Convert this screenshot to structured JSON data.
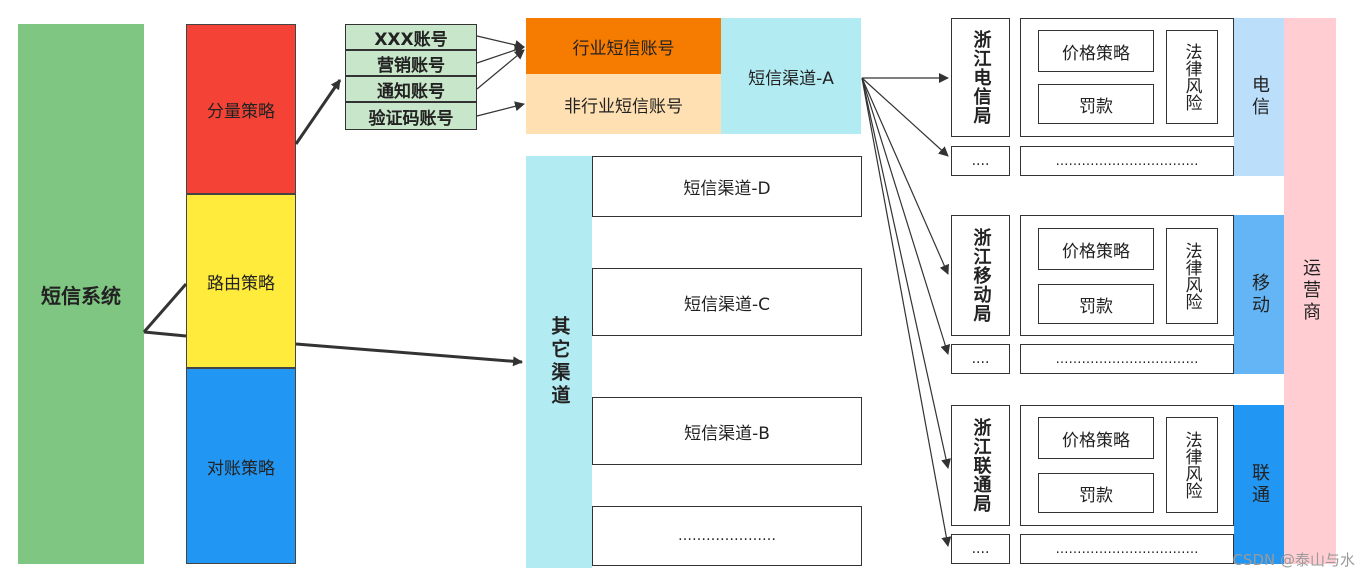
{
  "system": {
    "label": "短信系统"
  },
  "strategies": [
    {
      "label": "分量策略"
    },
    {
      "label": "路由策略"
    },
    {
      "label": "对账策略"
    }
  ],
  "accounts": [
    "XXX账号",
    "营销账号",
    "通知账号",
    "验证码账号"
  ],
  "channel_a": {
    "industry": "行业短信账号",
    "non_industry": "非行业短信账号",
    "label": "短信渠道-A"
  },
  "other": {
    "label": "其它渠道"
  },
  "other_channels": [
    "短信渠道-D",
    "短信渠道-C",
    "短信渠道-B",
    "…………………"
  ],
  "bureaus": [
    {
      "name": "浙江电信局",
      "price": "价格策略",
      "fine": "罚款",
      "legal": "法律风险",
      "small": "....",
      "wide": "……………………………",
      "carrier": "电信"
    },
    {
      "name": "浙江移动局",
      "price": "价格策略",
      "fine": "罚款",
      "legal": "法律风险",
      "small": "....",
      "wide": "……………………………",
      "carrier": "移动"
    },
    {
      "name": "浙江联通局",
      "price": "价格策略",
      "fine": "罚款",
      "legal": "法律风险",
      "small": "....",
      "wide": "……………………………",
      "carrier": "联通"
    }
  ],
  "operator": {
    "label": "运营商"
  },
  "watermark": "CSDN @泰山与水",
  "colors": {
    "system": "#80c683",
    "strategy_split": "#f44336",
    "strategy_route": "#ffeb3b",
    "strategy_recon": "#2196f3",
    "account": "#c8e6c9",
    "industry": "#f57c00",
    "non_industry": "#ffe0b2",
    "channel_a": "#b2ebf2",
    "other": "#b2ebf2",
    "telecom": "#bbdefb",
    "mobile": "#64b5f6",
    "unicom": "#2196f3",
    "operator": "#ffcdd2"
  }
}
